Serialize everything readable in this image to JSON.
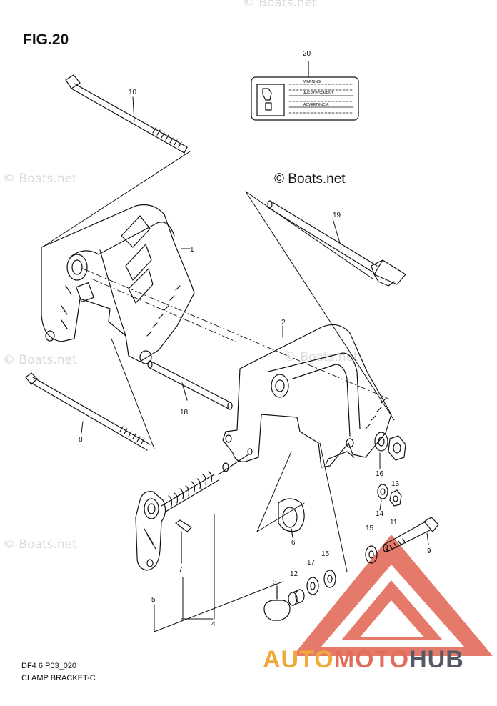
{
  "figure": {
    "title": "FIG.20",
    "code": "DF4 6 P03_020",
    "caption": "CLAMP BRACKET-C"
  },
  "copyright": "© Boats.net",
  "watermark": "© Boats.net",
  "logo": {
    "part1": "AUTO",
    "part2": "MOTO",
    "part3": "HUB"
  },
  "label_plate": {
    "lines": [
      "WARNING",
      "AVERTISSEMENT",
      "ADVERTENCIA"
    ]
  },
  "callouts": [
    "1",
    "2",
    "3",
    "4",
    "5",
    "6",
    "7",
    "8",
    "9",
    "10",
    "11",
    "12",
    "13",
    "14",
    "15",
    "15",
    "16",
    "17",
    "18",
    "19",
    "20"
  ],
  "colors": {
    "line": "#111111",
    "watermark": "#d9d9d9",
    "logo_orange": "#f2a93b",
    "logo_red": "#e36b5a",
    "logo_gray": "#555b66"
  }
}
